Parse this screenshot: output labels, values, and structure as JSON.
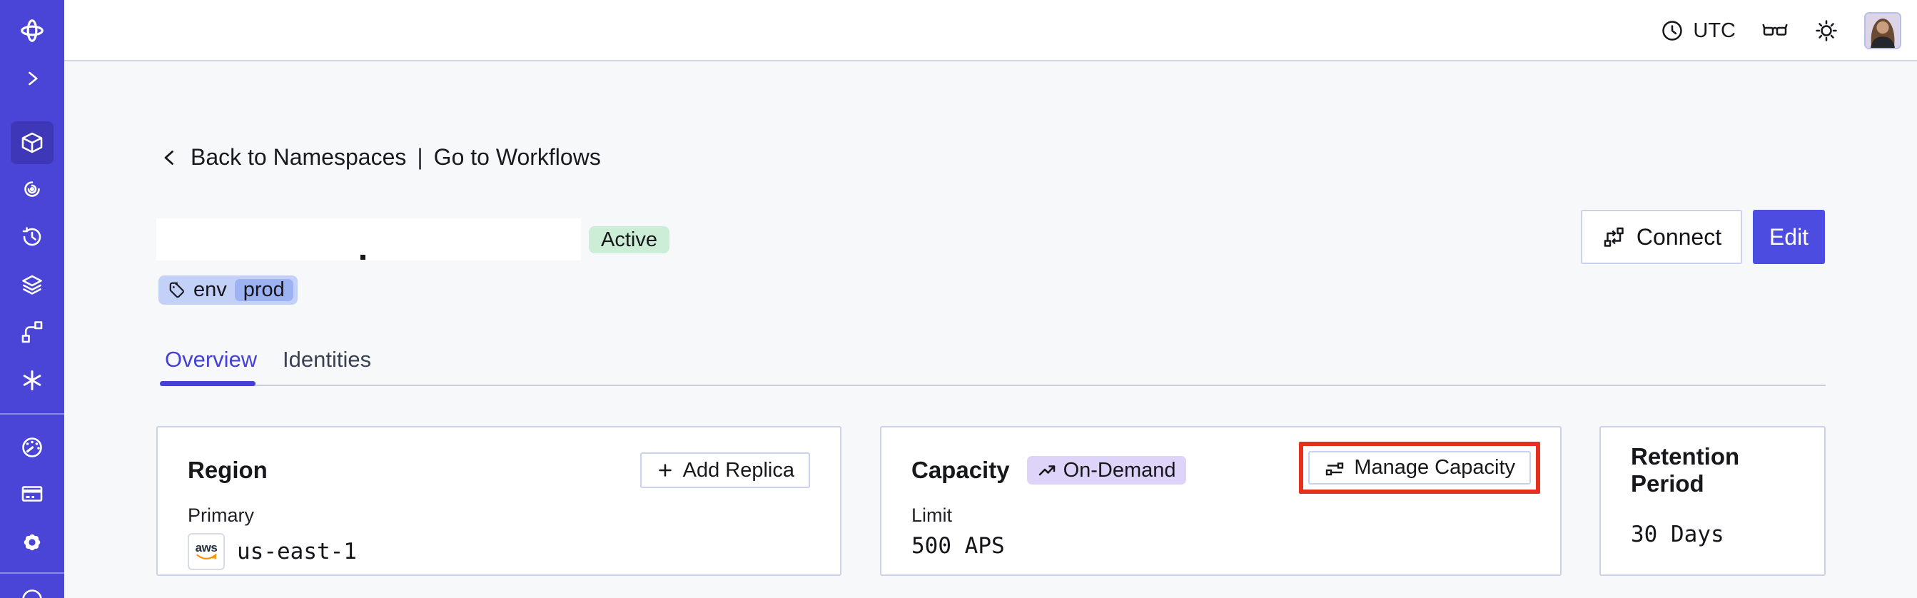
{
  "topbar": {
    "timezone_label": "UTC"
  },
  "breadcrumb": {
    "back_label": "Back to Namespaces",
    "separator": "|",
    "workflows_label": "Go to Workflows"
  },
  "header": {
    "status_badge": "Active",
    "tag_key": "env",
    "tag_value": "prod",
    "connect_label": "Connect",
    "edit_label": "Edit"
  },
  "tabs": {
    "overview": "Overview",
    "identities": "Identities"
  },
  "cards": {
    "region": {
      "title": "Region",
      "add_replica_label": "Add Replica",
      "primary_label": "Primary",
      "provider": "aws",
      "region_value": "us-east-1"
    },
    "capacity": {
      "title": "Capacity",
      "mode_badge": "On-Demand",
      "manage_label": "Manage Capacity",
      "limit_label": "Limit",
      "limit_value": "500 APS"
    },
    "retention": {
      "title": "Retention Period",
      "value": "30 Days"
    }
  },
  "colors": {
    "sidebar": "#4a45d6",
    "sidebar_active_item": "#3e38b8",
    "accent_indigo": "#4540d8",
    "edit_button": "#4d4ce0",
    "highlight_red": "#e5301d",
    "status_green_bg": "#cdeed6",
    "tag_bg": "#c3d1f8",
    "tag_inner_bg": "#9cb2f2",
    "ondemand_bg": "#ded4f9",
    "page_background": "#f7f8fa",
    "card_border": "#c9d2e8",
    "aws_orange": "#f79400"
  }
}
